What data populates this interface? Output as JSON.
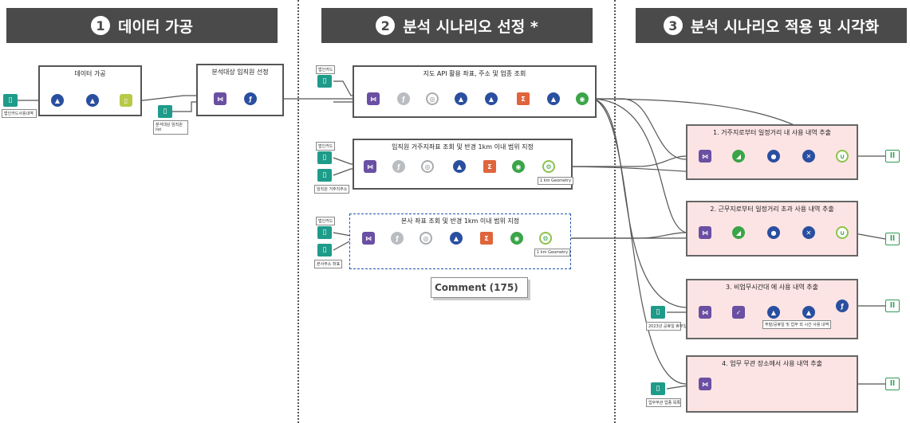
{
  "headers": [
    {
      "num": "1",
      "title": "데이터 가공"
    },
    {
      "num": "2",
      "title": "분석 시나리오 선정 *"
    },
    {
      "num": "3",
      "title": "분석 시나리오 적용 및 시각화"
    }
  ],
  "boxes": {
    "data_process": "데이터 가공",
    "target_select": "분석대상 임직원 선정",
    "api_convert": "지도 API 활용 좌표, 주소 및 업종 조회",
    "home_coord": "임직원 거주지좌표 조회 및 반경 1km 이내 범위 지정",
    "office_coord": "본사 좌표 조회 및 반경 1km 이내 범위 지정",
    "s1": "1. 거주지로부터 일정거리 내 사용 내역 추출",
    "s2": "2. 근무지로부터 일정거리 초과 사용 내역 추출",
    "s3": "3. 비업무시간대 에 사용 내역 추출",
    "s4": "4. 업무 무관 장소에서 사용 내역 추출"
  },
  "comment": "Comment (175)",
  "small_labels": {
    "input1": "법인카드사용내역",
    "input2": "분석대상 임직원 list",
    "in_api": "법인카드",
    "in_home_a": "법인카드",
    "in_home_b": "임직원 거주지주소",
    "in_office_a": "법인카드",
    "in_office_b": "본사주소 좌표",
    "home_tag": "1 km Geometry",
    "office_tag": "1 km Geometry",
    "s3_input": "2023년 공휴일 휴무일 목록",
    "s3_tag": "주말/공휴일 및 업무 외 시간 사용 내역",
    "s4_input": "업무무관 업종 목록"
  },
  "icons": {
    "tool_text": {
      "book": "▯",
      "out": "ll",
      "formula": "ƒ",
      "join": "⋈",
      "summ": "Σ",
      "filter": "▲",
      "union": "∪",
      "select": "✓"
    }
  }
}
